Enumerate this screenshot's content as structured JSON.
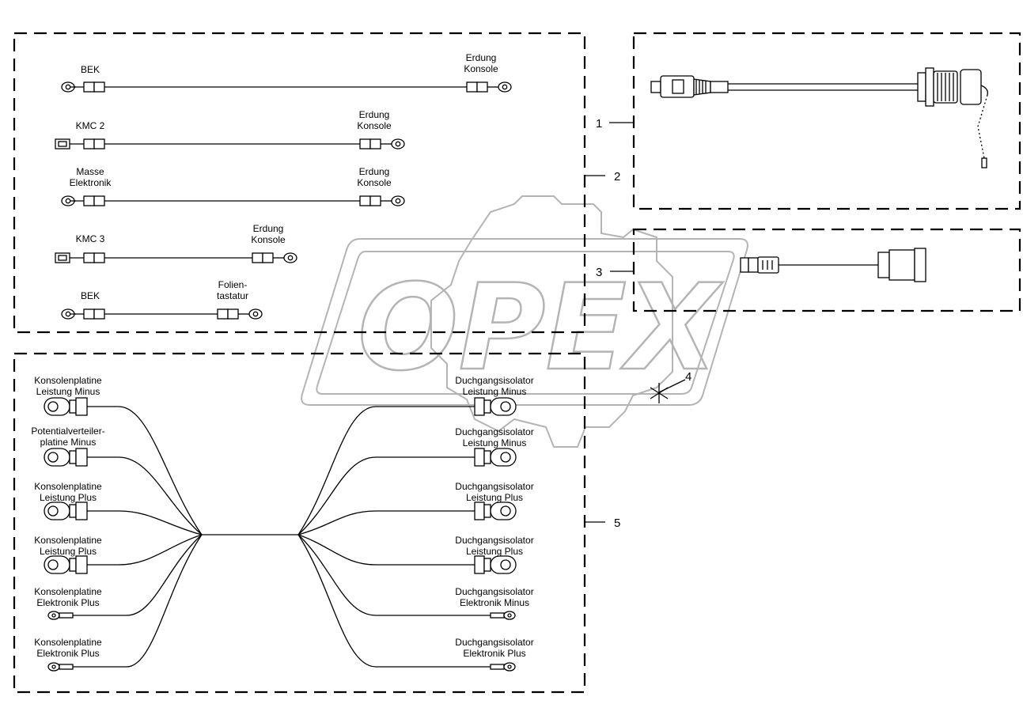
{
  "watermark": {
    "text": "OPEX"
  },
  "callouts": [
    {
      "number": "1"
    },
    {
      "number": "2"
    },
    {
      "number": "3"
    },
    {
      "number": "4"
    },
    {
      "number": "5"
    }
  ],
  "group2_cables": [
    {
      "left_label": "BEK",
      "right_label": [
        "Erdung",
        "Konsole"
      ]
    },
    {
      "left_label": "KMC 2",
      "right_label": [
        "Erdung",
        "Konsole"
      ]
    },
    {
      "left_label": [
        "Masse",
        "Elektronik"
      ],
      "right_label": [
        "Erdung",
        "Konsole"
      ]
    },
    {
      "left_label": "KMC 3",
      "right_label": [
        "Erdung",
        "Konsole"
      ]
    },
    {
      "left_label": "BEK",
      "right_label": [
        "Folien-",
        "tastatur"
      ]
    }
  ],
  "group5_left": [
    [
      "Konsolenplatine",
      "Leistung Minus"
    ],
    [
      "Potentialverteiler-",
      "platine Minus"
    ],
    [
      "Konsolenplatine",
      "Leistung Plus"
    ],
    [
      "Konsolenplatine",
      "Leistung Plus"
    ],
    [
      "Konsolenplatine",
      "Elektronik Plus"
    ],
    [
      "Konsolenplatine",
      "Elektronik Plus"
    ]
  ],
  "group5_right": [
    [
      "Duchgangsisolator",
      "Leistung Minus"
    ],
    [
      "Duchgangsisolator",
      "Leistung Minus"
    ],
    [
      "Duchgangsisolator",
      "Leistung Plus"
    ],
    [
      "Duchgangsisolator",
      "Leistung Plus"
    ],
    [
      "Duchgangsisolator",
      "Elektronik Minus"
    ],
    [
      "Duchgangsisolator",
      "Elektronik Plus"
    ]
  ],
  "colors": {
    "line": "#000000",
    "watermark": "#b4b4b4",
    "background": "#ffffff"
  }
}
